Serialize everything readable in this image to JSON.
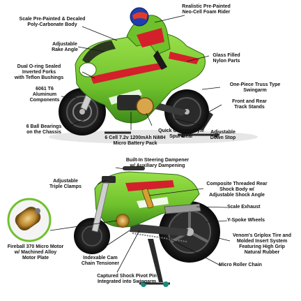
{
  "colors": {
    "body_green": "#6fc12c",
    "body_green_dark": "#3e8a1a",
    "accent_red": "#d4202a",
    "tire_black": "#1b1b1b",
    "rim_gray": "#3a3a3a",
    "chrome": "#c9c9c9",
    "stand_teal": "#1a8a7a",
    "leader_line": "#111111",
    "text": "#111111"
  },
  "product_brand": "Venom",
  "labels": {
    "scale_body": "Scale Pre-Painted & Decaled\nPoly-Carbonate Body",
    "rider": "Realistic Pre-Painted\nNeo-Cell Foam Rider",
    "rake": "Adjustable\nRake Angle",
    "glass_filled": "Glass Filled\nNylon Parts",
    "forks": "Dual O-ring Sealed\nInverted Forks\nwith Teflon Bushings",
    "swingarm": "One-Piece Truss Type\nSwingarm",
    "aluminum": "6061 T6\nAluminum\nComponents",
    "track_stands": "Front and Rear\nTrack Stands",
    "bearings": "6 Ball Bearings\non the Chassis",
    "battery": "6 Cell 7.2v 1200mAh NiMH\nMicro Battery Pack",
    "spur_gear": "Quick Change Style\nSpur Gear",
    "down_stop": "Adjustable\nDown Stop",
    "steering_damper": "Built-In Steering Dampener\nw/ Auxiliary Dampening",
    "triple_clamps": "Adjustable\nTriple Clamps",
    "rear_shock": "Composite Threaded Rear\nShock Body w/\nAdjustable Shock Angle",
    "exhaust": "Scale Exhaust",
    "yspoke": "Y-Spoke Wheels",
    "tires": "Venom's Griplox Tire and\nMolded Insert System\nFeaturing High Grip\nNatural Rubber",
    "motor": "Fireball 370 Micro Motor\nw/ Machined Alloy\nMotor Plate",
    "cam_tensioner": "Indexable Cam\nChain Tensioner",
    "shock_pin": "Captured Shock Pivot Pin\nIntegrated into Swingarm",
    "roller_chain": "Micro Roller Chain"
  }
}
